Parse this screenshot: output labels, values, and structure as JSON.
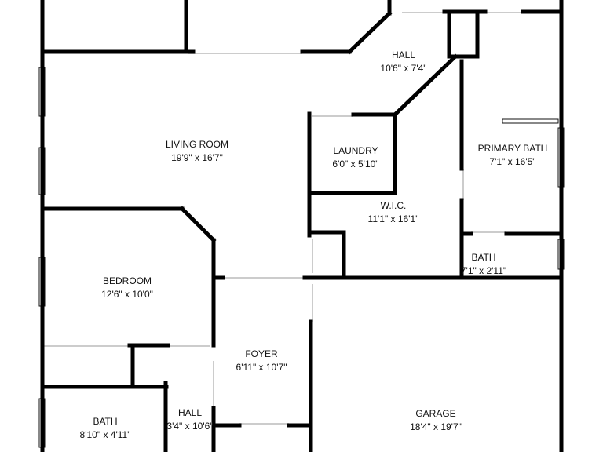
{
  "colors": {
    "wall": "#000000",
    "background": "#ffffff",
    "opening": "#cccccc"
  },
  "rooms": [
    {
      "id": "hall-top",
      "name": "HALL",
      "size": "10'6\" x 7'4\""
    },
    {
      "id": "living-room",
      "name": "LIVING ROOM",
      "size": "19'9\" x 16'7\""
    },
    {
      "id": "laundry",
      "name": "LAUNDRY",
      "size": "6'0\" x 5'10\""
    },
    {
      "id": "primary-bath",
      "name": "PRIMARY BATH",
      "size": "7'1\" x 16'5\""
    },
    {
      "id": "wic",
      "name": "W.I.C.",
      "size": "11'1\" x 16'1\""
    },
    {
      "id": "bath-small",
      "name": "BATH",
      "size": "7'1\" x 2'11\""
    },
    {
      "id": "bedroom",
      "name": "BEDROOM",
      "size": "12'6\" x 10'0\""
    },
    {
      "id": "foyer",
      "name": "FOYER",
      "size": "6'11\" x 10'7\""
    },
    {
      "id": "garage",
      "name": "GARAGE",
      "size": "18'4\" x 19'7\""
    },
    {
      "id": "bath-lower",
      "name": "BATH",
      "size": "8'10\" x 4'11\""
    },
    {
      "id": "hall-lower",
      "name": "HALL",
      "size": "3'4\" x 10'6\""
    }
  ]
}
